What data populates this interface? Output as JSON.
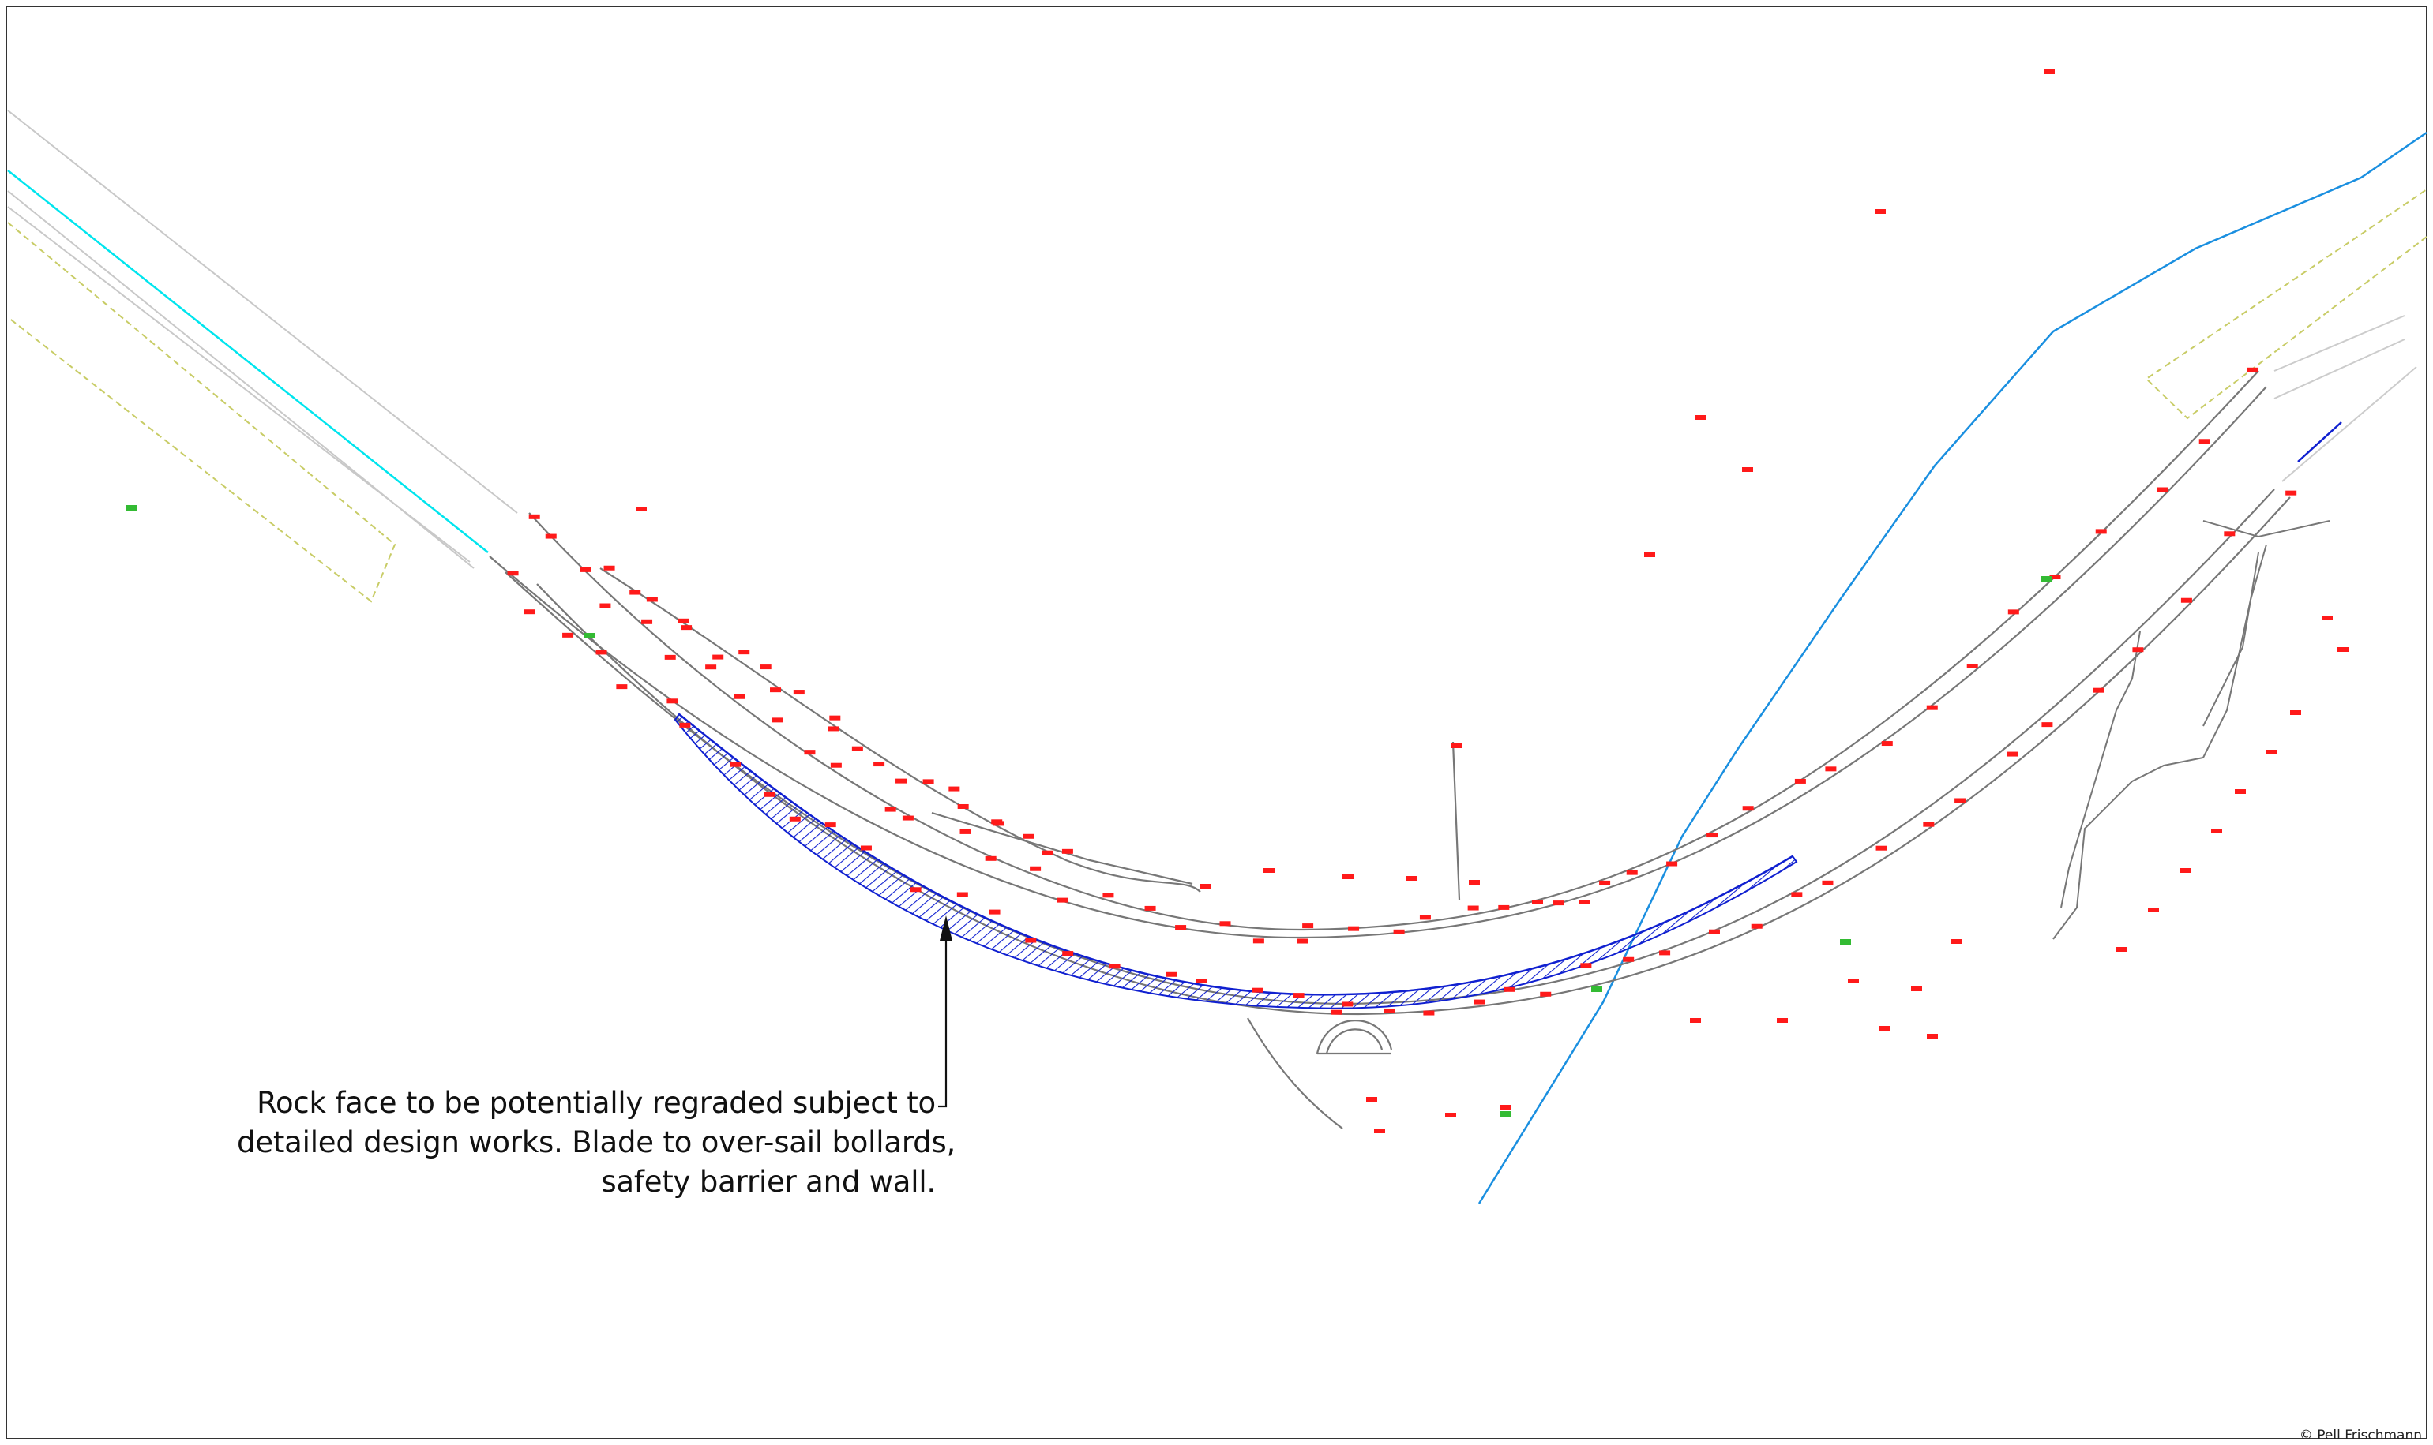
{
  "drawing": {
    "annotation_lines": [
      "Rock face to be potentially regraded subject to",
      "detailed design works. Blade to over-sail bollards,",
      "safety barrier and wall."
    ],
    "copyright": "© Pell  Frischmann",
    "colors": {
      "frame": "#333333",
      "road_edge": "#777777",
      "survey_label": "#ff1a1a",
      "hatch": "#1020d0",
      "water_line": "#1a8fe0",
      "cyan_line": "#00e5ee",
      "boundary": "#c8cc66",
      "grass_marker": "#33bb33"
    },
    "icons": [
      "annotation-arrow-icon",
      "survey-point-icon",
      "hatch-pattern-icon"
    ]
  }
}
